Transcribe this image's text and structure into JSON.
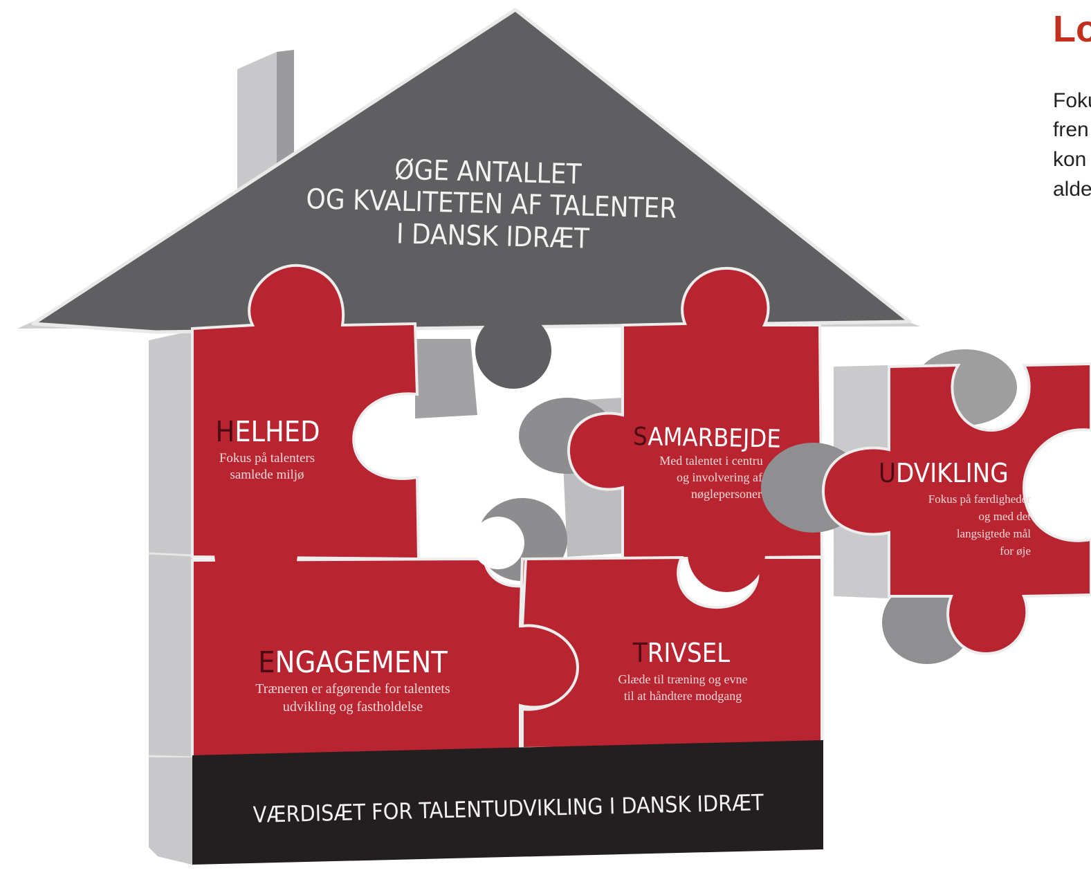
{
  "colors": {
    "red": "#b92431",
    "dark_red": "#4a0b12",
    "grey_dark": "#5f5f61",
    "grey_side": "#c5c5c7",
    "grey_mid": "#9a9a9c",
    "black": "#231f20",
    "title_red": "#c0301d"
  },
  "header": {
    "title_fragment": "Lo",
    "paragraph_lines": [
      "Foku",
      "fren",
      "kon",
      "alde"
    ]
  },
  "roof": {
    "lines": [
      "ØGE ANTALLET",
      "OG KVALITETEN AF TALENTER",
      "I DANSK IDRÆT"
    ]
  },
  "pieces": {
    "helhed": {
      "initial": "H",
      "rest": "ELHED",
      "lines": [
        "Fokus på talenters",
        "samlede miljø"
      ]
    },
    "samarbejde": {
      "initial": "S",
      "rest": "AMARBEJDE",
      "lines": [
        "Med talentet i centru",
        "og involvering af",
        "nøglepersoner"
      ]
    },
    "engagement": {
      "initial": "E",
      "rest": "NGAGEMENT",
      "lines": [
        "Træneren er afgørende for talentets",
        "udvikling og fastholdelse"
      ]
    },
    "trivsel": {
      "initial": "T",
      "rest": "RIVSEL",
      "lines": [
        "Glæde til træning og evne",
        "til at håndtere modgang"
      ]
    },
    "udvikling": {
      "initial": "U",
      "rest": "DVIKLING",
      "lines": [
        "Fokus på færdigheder",
        "og med det",
        "langsigtede mål",
        "for øje"
      ]
    }
  },
  "foundation": {
    "label": "VÆRDISÆT FOR TALENTUDVIKLING I DANSK IDRÆT"
  }
}
